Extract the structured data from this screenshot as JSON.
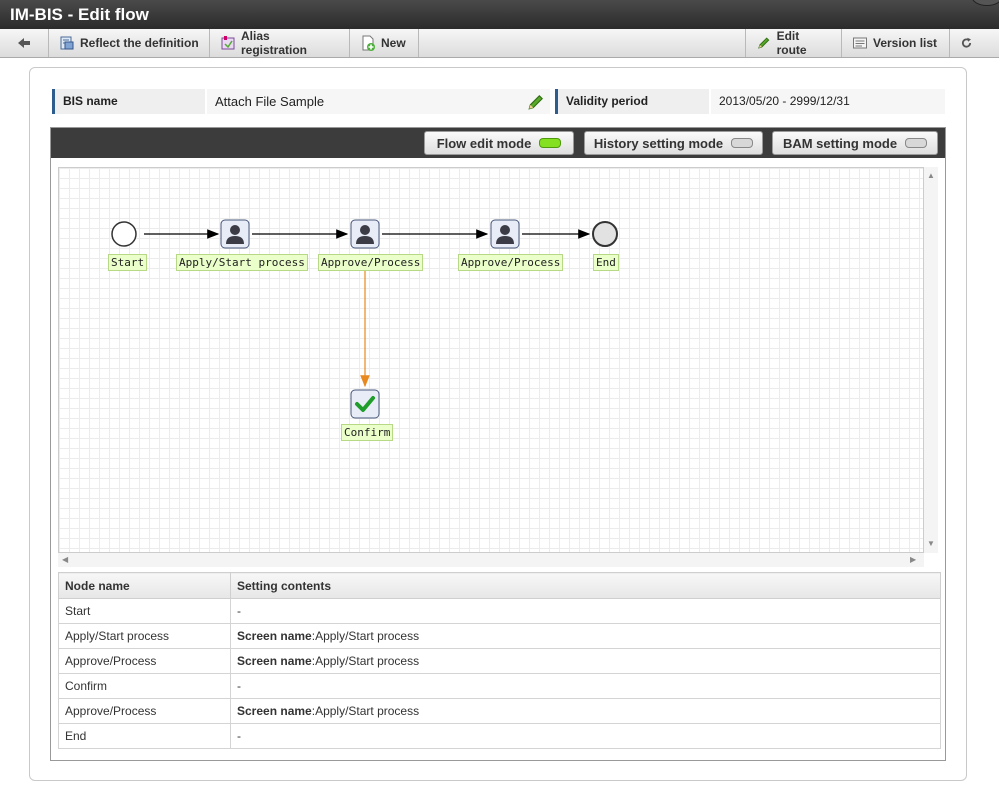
{
  "window": {
    "title": "IM-BIS - Edit flow"
  },
  "toolbar": {
    "back_icon": "back-arrow-icon",
    "reflect_label": "Reflect the definition",
    "alias_label": "Alias registration",
    "new_label": "New",
    "edit_route_label": "Edit route",
    "version_list_label": "Version list",
    "refresh_icon": "refresh-icon"
  },
  "info": {
    "bis_name_label": "BIS name",
    "bis_name_value": "Attach File Sample",
    "validity_label": "Validity period",
    "validity_value": "2013/05/20 - 2999/12/31"
  },
  "modes": [
    {
      "label": "Flow edit mode",
      "active": true
    },
    {
      "label": "History setting mode",
      "active": false
    },
    {
      "label": "BAM setting mode",
      "active": false
    }
  ],
  "flow": {
    "nodes": [
      {
        "id": "start",
        "label": "Start",
        "type": "start"
      },
      {
        "id": "apply",
        "label": "Apply/Start process",
        "type": "user"
      },
      {
        "id": "approve1",
        "label": "Approve/Process",
        "type": "user"
      },
      {
        "id": "approve2",
        "label": "Approve/Process",
        "type": "user"
      },
      {
        "id": "end",
        "label": "End",
        "type": "end"
      },
      {
        "id": "confirm",
        "label": "Confirm",
        "type": "confirm"
      }
    ],
    "colors": {
      "main_edge": "#000000",
      "branch_edge": "#e8891f",
      "label_bg": "#eaffc9"
    }
  },
  "table": {
    "headers": [
      "Node name",
      "Setting contents"
    ],
    "setting_key": "Screen name",
    "rows": [
      {
        "name": "Start",
        "setting": "-"
      },
      {
        "name": "Apply/Start process",
        "setting": "Apply/Start process"
      },
      {
        "name": "Approve/Process",
        "setting": "Apply/Start process"
      },
      {
        "name": "Confirm",
        "setting": "-"
      },
      {
        "name": "Approve/Process",
        "setting": "Apply/Start process"
      },
      {
        "name": "End",
        "setting": "-"
      }
    ]
  }
}
